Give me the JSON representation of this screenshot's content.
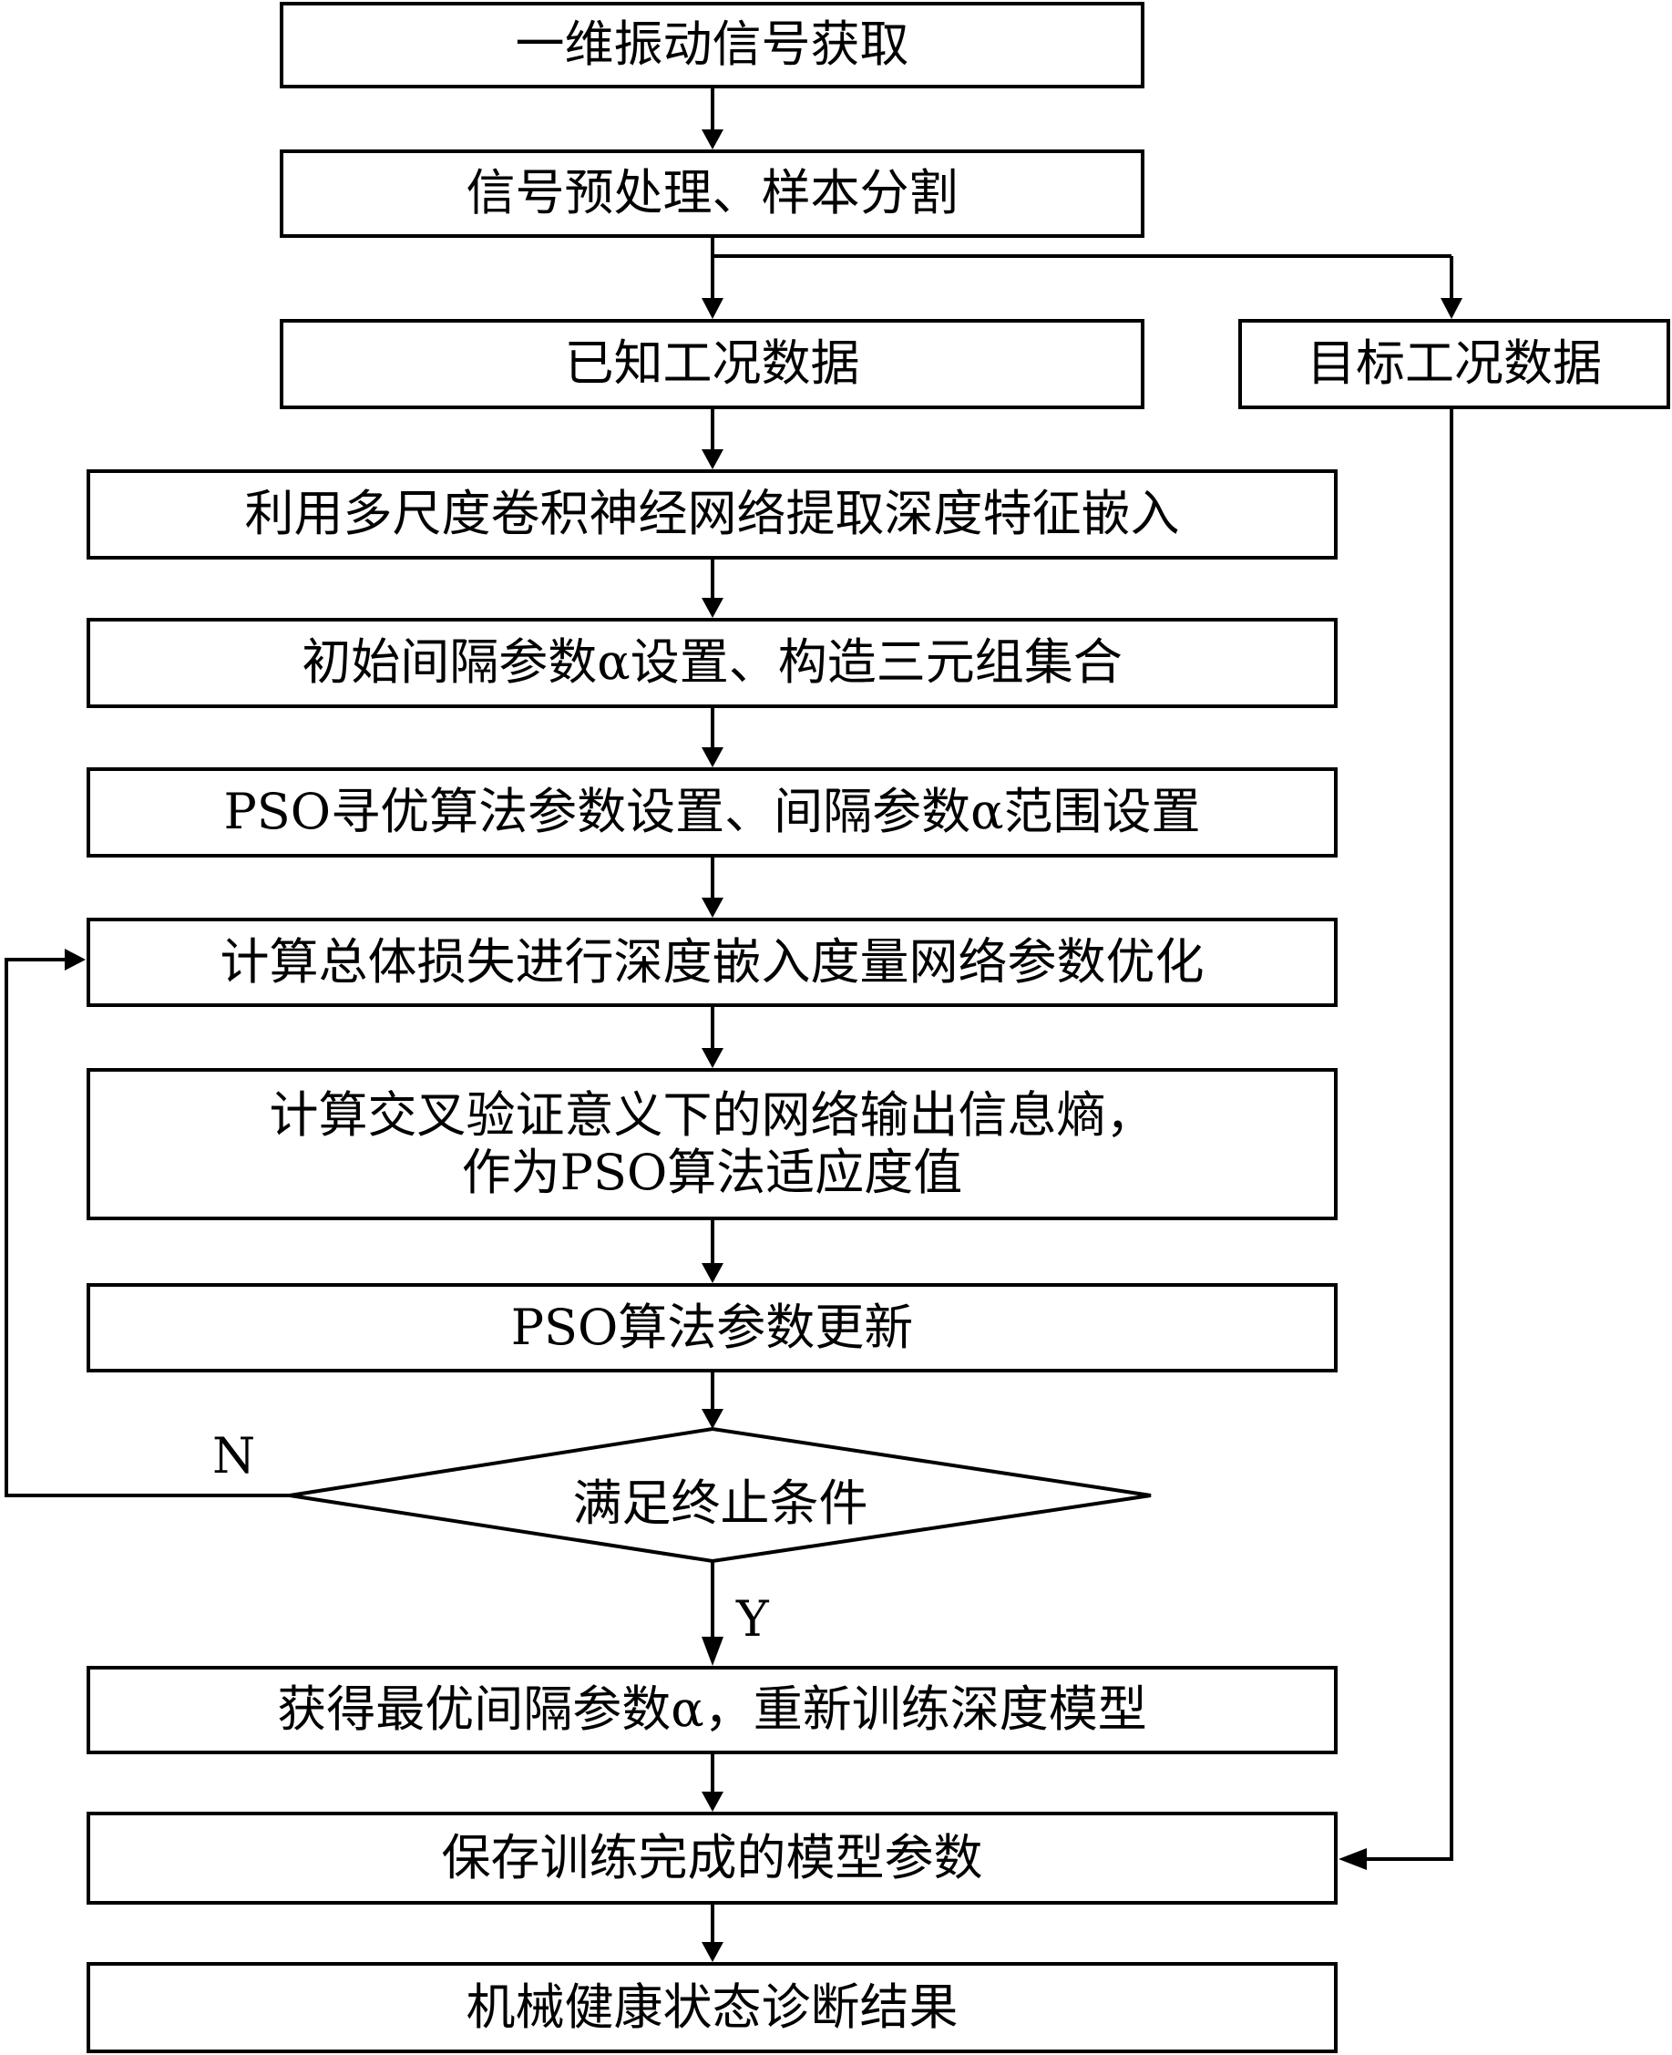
{
  "flowchart": {
    "acquire": "一维振动信号获取",
    "preprocess": "信号预处理、样本分割",
    "known_data": "已知工况数据",
    "target_data": "目标工况数据",
    "extract": "利用多尺度卷积神经网络提取深度特征嵌入",
    "init_alpha": "初始间隔参数α设置、构造三元组集合",
    "pso_setup": "PSO寻优算法参数设置、间隔参数α范围设置",
    "optimize": "计算总体损失进行深度嵌入度量网络参数优化",
    "entropy_line1": "计算交叉验证意义下的网络输出信息熵，",
    "entropy_line2": "作为PSO算法适应度值",
    "pso_update": "PSO算法参数更新",
    "decision": "满足终止条件",
    "label_no": "N",
    "label_yes": "Y",
    "retrain": "获得最优间隔参数α，重新训练深度模型",
    "save": "保存训练完成的模型参数",
    "result": "机械健康状态诊断结果"
  }
}
